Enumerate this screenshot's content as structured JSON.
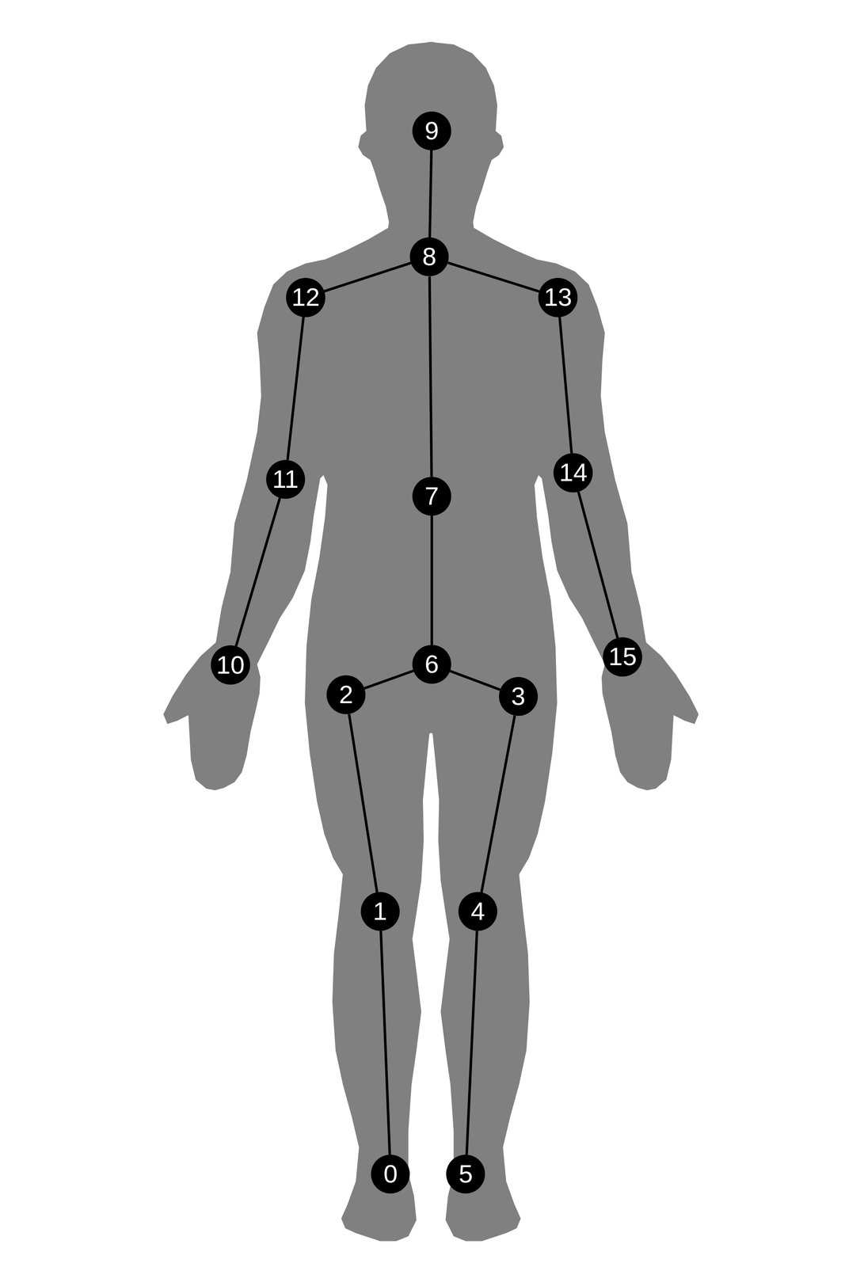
{
  "diagram": {
    "nodes": [
      {
        "text": [
          "0"
        ]
      },
      {
        "text": [
          "1"
        ]
      },
      {
        "text": [
          "2"
        ]
      },
      {
        "text": [
          "3"
        ]
      },
      {
        "text": [
          "4"
        ]
      },
      {
        "text": [
          "5"
        ]
      },
      {
        "text": [
          "6"
        ]
      },
      {
        "text": [
          "7"
        ]
      },
      {
        "text": [
          "8"
        ]
      },
      {
        "text": [
          "9"
        ]
      },
      {
        "text": [
          "10"
        ]
      },
      {
        "text": [
          "11"
        ]
      },
      {
        "text": [
          "12"
        ]
      },
      {
        "text": [
          "13"
        ]
      },
      {
        "text": [
          "14"
        ]
      },
      {
        "text": [
          "15"
        ]
      }
    ],
    "edges": [
      {
        "from": 9,
        "to": 8,
        "arrow": "none"
      },
      {
        "from": 8,
        "to": 12,
        "arrow": "none"
      },
      {
        "from": 8,
        "to": 13,
        "arrow": "none"
      },
      {
        "from": 8,
        "to": 7,
        "arrow": "none"
      },
      {
        "from": 12,
        "to": 11,
        "arrow": "none"
      },
      {
        "from": 11,
        "to": 10,
        "arrow": "none"
      },
      {
        "from": 13,
        "to": 14,
        "arrow": "none"
      },
      {
        "from": 14,
        "to": 15,
        "arrow": "none"
      },
      {
        "from": 7,
        "to": 6,
        "arrow": "none"
      },
      {
        "from": 6,
        "to": 2,
        "arrow": "none"
      },
      {
        "from": 6,
        "to": 3,
        "arrow": "none"
      },
      {
        "from": 2,
        "to": 1,
        "arrow": "none"
      },
      {
        "from": 1,
        "to": 0,
        "arrow": "none"
      },
      {
        "from": 3,
        "to": 4,
        "arrow": "none"
      },
      {
        "from": 4,
        "to": 5,
        "arrow": "none"
      }
    ]
  }
}
